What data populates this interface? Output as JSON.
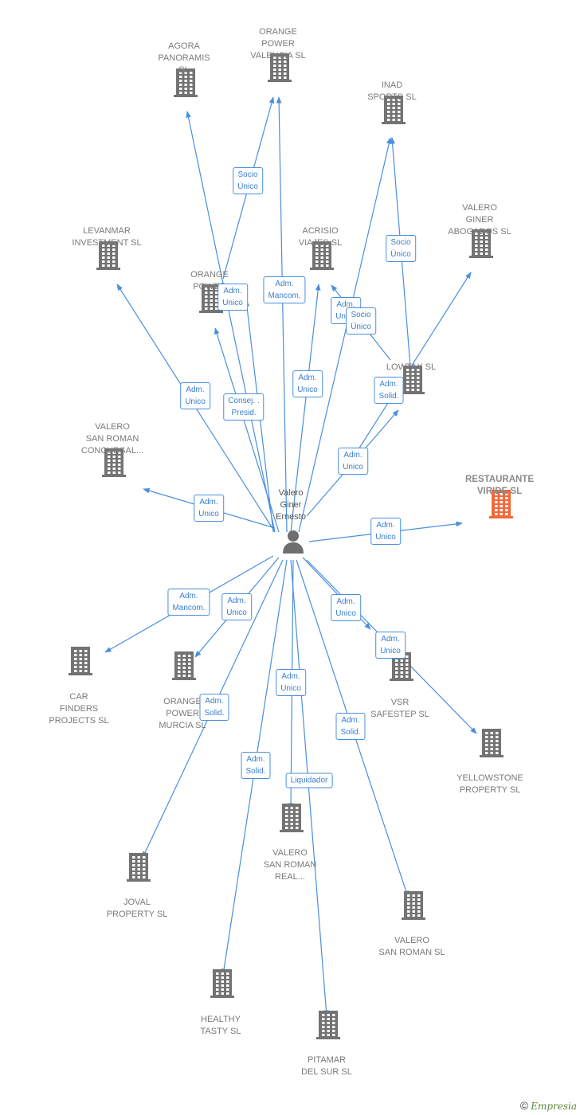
{
  "center": {
    "label": "Valero\nGiner\nErnesto"
  },
  "colors": {
    "edge": "#4a8fdc",
    "building": "#737373",
    "highlight": "#f26a3a"
  },
  "nodes": [
    {
      "id": "agora",
      "label": "AGORA\nPANORAMIS\nSL"
    },
    {
      "id": "orange_valencia",
      "label": "ORANGE\nPOWER\nVALENCIA  SL"
    },
    {
      "id": "inad",
      "label": "INAD\nSPORTS  SL"
    },
    {
      "id": "valero_giner_abogados",
      "label": "VALERO\nGINER\nABOGADOS SL"
    },
    {
      "id": "levanmar",
      "label": "LEVANMAR\nINVESTMENT SL"
    },
    {
      "id": "acrisio",
      "label": "ACRISIO\nVIAJES  SL"
    },
    {
      "id": "orange_power",
      "label": "ORANGE\nPOWER"
    },
    {
      "id": "lowtax",
      "label": "LOWTAX SL"
    },
    {
      "id": "concursal",
      "label": "VALERO\nSAN ROMAN\nCONCURSAL..."
    },
    {
      "id": "restaurante",
      "label": "RESTAURANTE\nVIRIDE  SL",
      "highlight": true
    },
    {
      "id": "car_finders",
      "label": "CAR\nFINDERS\nPROJECTS SL"
    },
    {
      "id": "orange_murcia",
      "label": "ORANGE\nPOWER\nMURCIA  SL"
    },
    {
      "id": "vsr",
      "label": "VSR\nSAFESTEP  SL"
    },
    {
      "id": "yellowstone",
      "label": "YELLOWSTONE\nPROPERTY  SL"
    },
    {
      "id": "real",
      "label": "VALERO\nSAN ROMAN\nREAL..."
    },
    {
      "id": "joval",
      "label": "JOVAL\nPROPERTY  SL"
    },
    {
      "id": "vsr_sl",
      "label": "VALERO\nSAN ROMAN SL"
    },
    {
      "id": "healthy",
      "label": "HEALTHY\nTASTY  SL"
    },
    {
      "id": "pitamar",
      "label": "PITAMAR\nDEL SUR SL"
    }
  ],
  "edges": [
    {
      "to": "agora",
      "label": ""
    },
    {
      "to": "orange_valencia",
      "label": "Adm.\nMancom."
    },
    {
      "to": "orange_valencia",
      "label": "Socio\nÚnico"
    },
    {
      "to": "inad",
      "label": "Adm.\nUnico"
    },
    {
      "to": "inad",
      "label": "Socio\nÚnico"
    },
    {
      "to": "valero_giner_abogados",
      "label": "Adm.\nSolid."
    },
    {
      "to": "levanmar",
      "label": "Adm.\nUnico"
    },
    {
      "to": "acrisio",
      "label": "Adm.\nUnico"
    },
    {
      "to": "acrisio",
      "label": "Socio\nÚnico"
    },
    {
      "to": "orange_power",
      "label": "Consej. .\nPresid."
    },
    {
      "to": "orange_power",
      "label": "Adm.\nUnico"
    },
    {
      "to": "lowtax",
      "label": "Adm.\nUnico"
    },
    {
      "to": "concursal",
      "label": "Adm.\nUnico"
    },
    {
      "to": "restaurante",
      "label": "Adm.\nUnico"
    },
    {
      "to": "car_finders",
      "label": "Adm.\nMancom."
    },
    {
      "to": "orange_murcia",
      "label": "Adm.\nUnico"
    },
    {
      "to": "vsr",
      "label": "Adm.\nUnico"
    },
    {
      "to": "yellowstone",
      "label": "Adm.\nUnico"
    },
    {
      "to": "real",
      "label": "Adm.\nUnico"
    },
    {
      "to": "joval",
      "label": "Adm.\nSolid."
    },
    {
      "to": "vsr_sl",
      "label": "Adm.\nSolid."
    },
    {
      "to": "healthy",
      "label": "Adm.\nSolid."
    },
    {
      "to": "pitamar",
      "label": "Liquidador"
    }
  ],
  "footer": {
    "copyright": "©",
    "brand": "Empresia"
  }
}
